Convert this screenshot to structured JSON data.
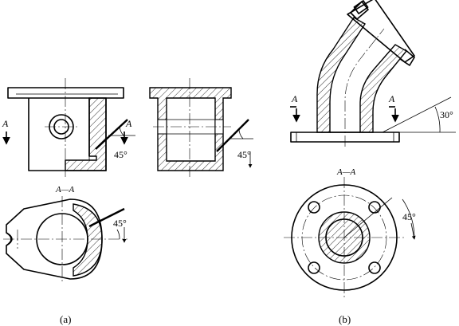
{
  "figure_a": {
    "caption": "(a)",
    "section_letter_left": "A",
    "section_letter_right": "A",
    "section_view_label": "A—A",
    "angle_front": "45°",
    "angle_side": "45°",
    "angle_section": "45°"
  },
  "figure_b": {
    "caption": "(b)",
    "section_letter_left": "A",
    "section_letter_right": "A",
    "section_view_label": "A—A",
    "angle_front": "30°",
    "angle_section": "45°"
  }
}
